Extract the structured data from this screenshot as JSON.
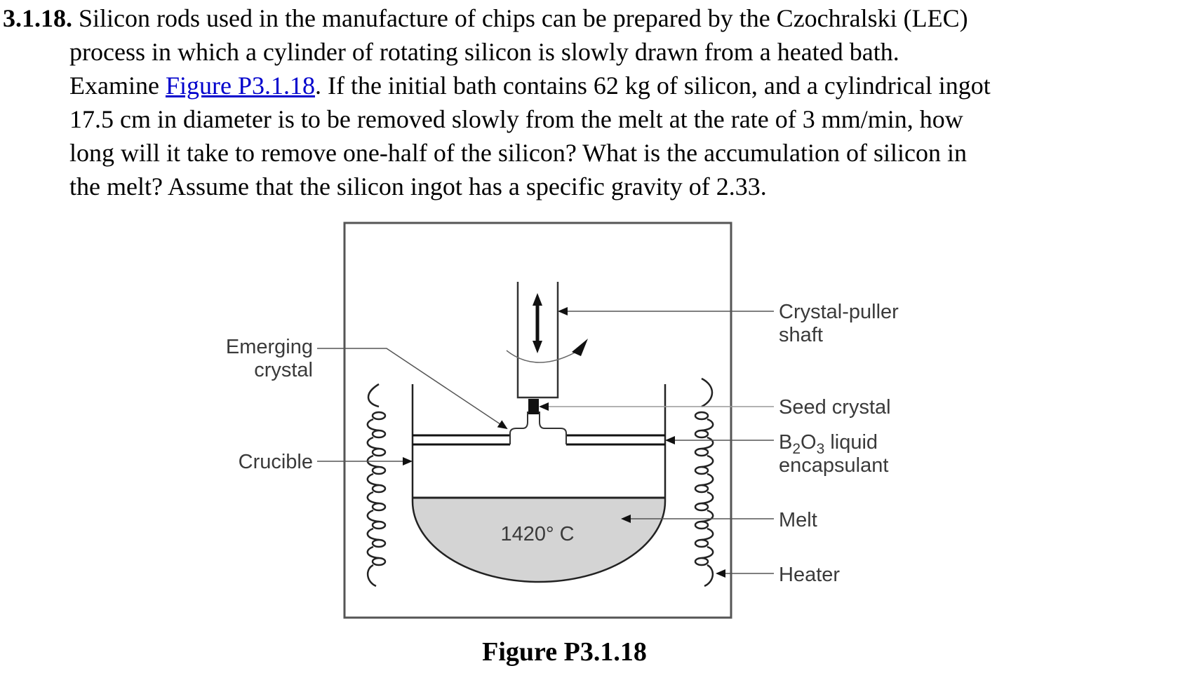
{
  "problem": {
    "number": "3.1.18.",
    "lines": [
      "Silicon rods used in the manufacture of chips can be prepared by the Czochralski (LEC)",
      "process in which a cylinder of rotating silicon is slowly drawn from a heated bath.",
      "Examine ",
      "17.5 cm in diameter is to be removed slowly from the melt at the rate of 3 mm/min, how",
      "long will it take to remove one-half of the silicon? What is the accumulation of silicon in",
      "the melt? Assume that the silicon ingot has a specific gravity of 2.33."
    ],
    "figure_link": "Figure P3.1.18",
    "line3_rest": ". If the initial bath contains 62 kg of silicon, and a cylindrical ingot"
  },
  "figure": {
    "caption": "Figure P3.1.18",
    "labels": {
      "emerging_crystal_1": "Emerging",
      "emerging_crystal_2": "crystal",
      "crucible": "Crucible",
      "puller_1": "Crystal-puller",
      "puller_2": "shaft",
      "seed": "Seed crystal",
      "b2o3_b": "B",
      "b2o3_2": "2",
      "b2o3_o": "O",
      "b2o3_3": "3",
      "b2o3_rest": " liquid",
      "encapsulant": "encapsulant",
      "melt": "Melt",
      "heater": "Heater",
      "temperature": "1420° C"
    },
    "colors": {
      "melt_fill": "#d4d4d4",
      "frame": "#555555",
      "link": "#0000cc"
    }
  }
}
